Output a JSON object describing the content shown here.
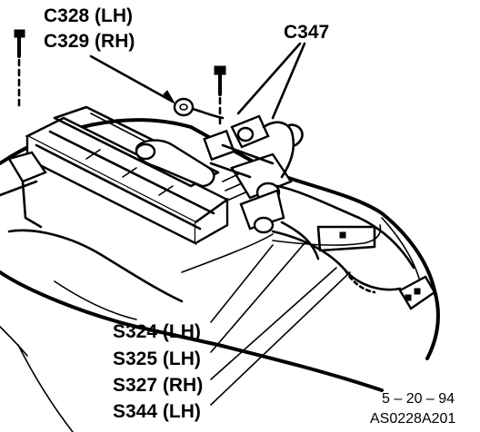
{
  "labels": {
    "c328": "C328 (LH)",
    "c329": "C329 (RH)",
    "c347": "C347",
    "s324": "S324 (LH)",
    "s325": "S325 (LH)",
    "s327": "S327 (RH)",
    "s344": "S344 (LH)"
  },
  "footer": {
    "date": "5 – 20 – 94",
    "code": "AS0228A201"
  }
}
